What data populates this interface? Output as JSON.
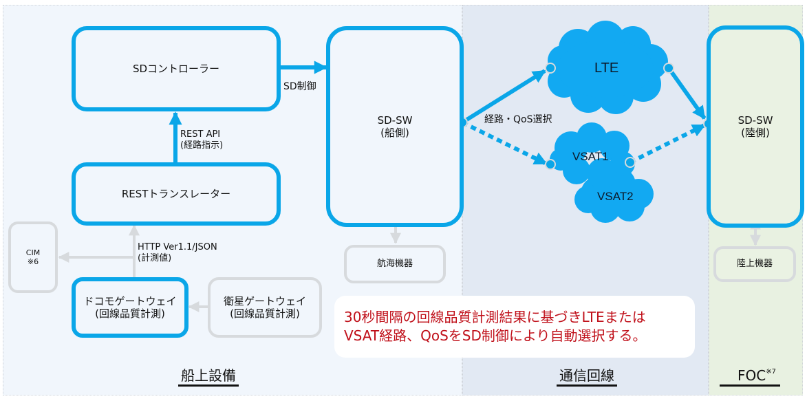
{
  "sections": {
    "ship": {
      "label": "船上設備"
    },
    "comm": {
      "label": "通信回線"
    },
    "foc": {
      "label": "FOC",
      "footnote": "※7"
    }
  },
  "nodes": {
    "sd_controller": {
      "label": "SDコントローラー"
    },
    "rest_translator": {
      "label": "RESTトランスレーター"
    },
    "docomo_gateway": {
      "line1": "ドコモゲートウェイ",
      "line2": "(回線品質計測)"
    },
    "satellite_gateway": {
      "line1": "衛星ゲートウェイ",
      "line2": "(回線品質計測)"
    },
    "cim": {
      "line1": "CIM",
      "line2": "※6"
    },
    "sd_sw_ship": {
      "line1": "SD-SW",
      "line2": "(船側)"
    },
    "navigation_equipment": {
      "label": "航海機器"
    },
    "sd_sw_land": {
      "line1": "SD-SW",
      "line2": "(陸側)"
    },
    "land_equipment": {
      "label": "陸上機器"
    },
    "lte": {
      "label": "LTE"
    },
    "vsat1": {
      "label": "VSAT1"
    },
    "vsat2": {
      "label": "VSAT2"
    }
  },
  "edges": {
    "sd_control": {
      "label": "SD制御"
    },
    "rest_api": {
      "line1": "REST API",
      "line2": "(経路指示)"
    },
    "http_json": {
      "line1": "HTTP Ver1.1/JSON",
      "line2": "(計測値)"
    },
    "route_qos": {
      "label": "経路・QoS選択"
    }
  },
  "note": {
    "line1": "30秒間隔の回線品質計測結果に基づきLTEまたは",
    "line2": "VSAT経路、QoSをSD制御により自動選択する。"
  },
  "colors": {
    "accent_blue": "#0aa6e8",
    "gray_border": "#d7dadd",
    "note_text": "#c0101a"
  }
}
